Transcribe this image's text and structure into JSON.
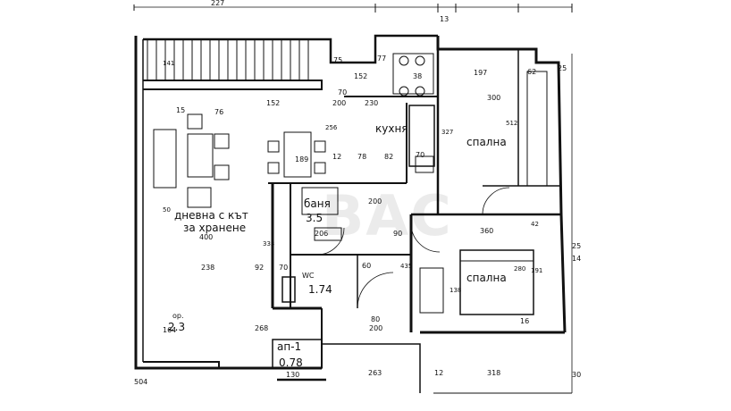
{
  "rooms": {
    "living": "дневна с кът",
    "living2": "за хранене",
    "kitchen": "кухня",
    "bed1": "спална",
    "bed2": "спална",
    "bath": "баня",
    "bath_area": "3.5",
    "wc": "WC",
    "wc_area": "1.74",
    "hall": "ап-1",
    "hall_area": "0.78",
    "corr": "ор.",
    "corr_area": "2.3"
  },
  "dims": {
    "top_227": "227",
    "top_13": "13",
    "d_141": "141",
    "d_75a": "75",
    "d_77": "77",
    "d_152a": "152",
    "d_38": "38",
    "d_197": "197",
    "d_62": "62",
    "d_25a": "25",
    "d_300": "300",
    "d_512": "512",
    "d_152b": "152",
    "d_230": "230",
    "d_70a": "70",
    "d_200a": "200",
    "d_76": "76",
    "d_15": "15",
    "d_189": "189",
    "d_256": "256",
    "d_78": "78",
    "d_82": "82",
    "d_327": "327",
    "d_12a": "12",
    "d_70b": "70",
    "d_200b": "200",
    "d_400": "400",
    "d_206": "206",
    "d_90": "90",
    "d_360": "360",
    "d_333": "333",
    "d_238": "238",
    "d_92": "92",
    "d_70c": "70",
    "d_60": "60",
    "d_435": "435",
    "d_138": "138",
    "d_280": "280",
    "d_191": "191",
    "d_164": "164",
    "d_268": "268",
    "d_80": "80",
    "d_200c": "200",
    "d_16": "16",
    "d_263": "263",
    "d_318": "318",
    "d_130": "130",
    "d_504": "504",
    "d_30": "30",
    "d_25b": "25",
    "d_12b": "12",
    "d_14": "14",
    "d_50": "50",
    "d_42": "42"
  },
  "watermark": "ВАС"
}
